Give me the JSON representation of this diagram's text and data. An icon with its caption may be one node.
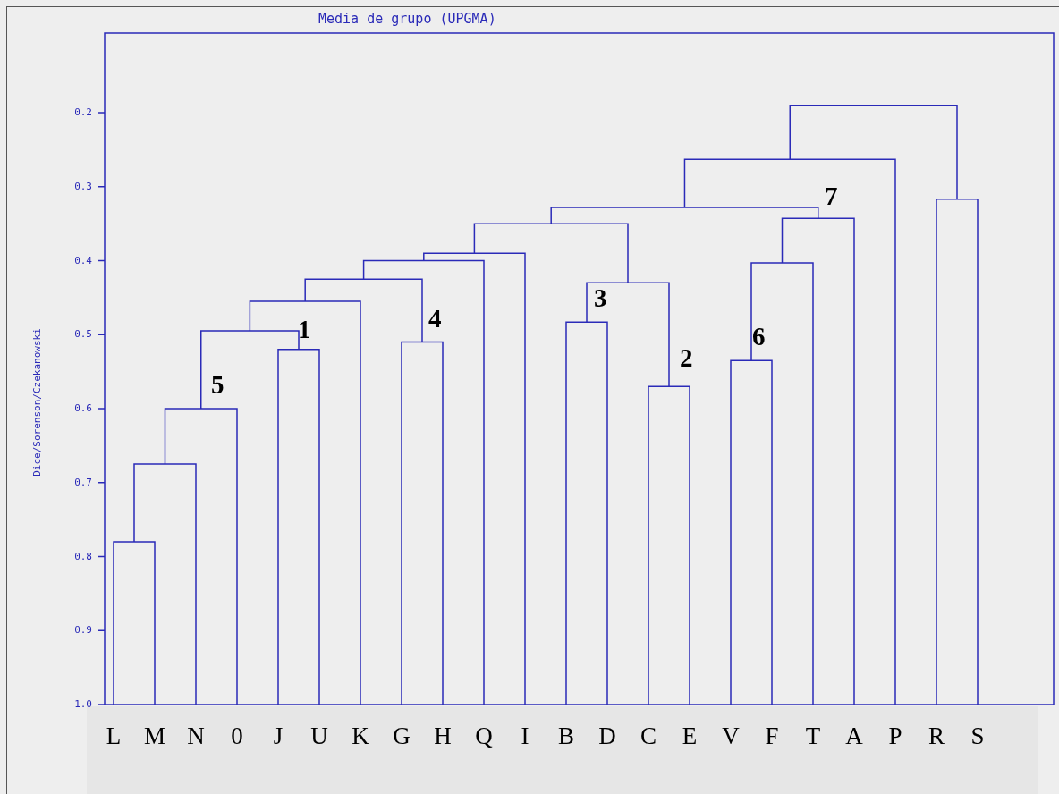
{
  "diagram": {
    "title": "Media de grupo (UPGMA)",
    "labels": [
      "Dice/Sorenson/Czekanowski",
      "0.2",
      "0.3",
      "0.4",
      "0.5",
      "0.6",
      "0.7",
      "0.8",
      "0.9",
      "1.0",
      "7",
      "3",
      "4",
      "1",
      "6",
      "2",
      "5",
      "L",
      "M",
      "N",
      "0",
      "J",
      "U",
      "K",
      "G",
      "H",
      "Q",
      "I",
      "B",
      "D",
      "C",
      "E",
      "V",
      "F",
      "T",
      "A",
      "P",
      "R",
      "S"
    ]
  }
}
